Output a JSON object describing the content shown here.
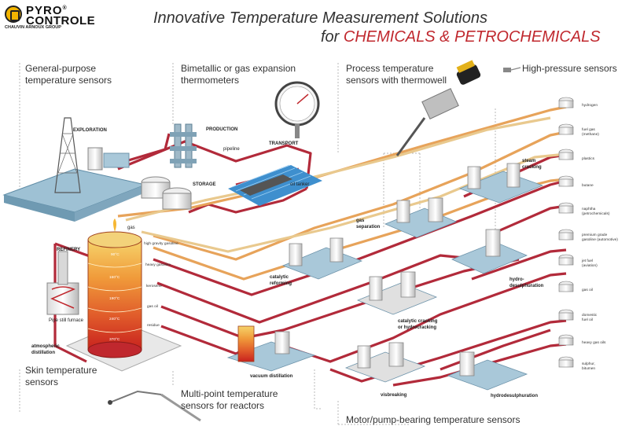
{
  "header": {
    "logo_line1": "PYRO",
    "logo_line2": "CONTROLE",
    "logo_reg": "®",
    "logo_sub": "CHAUVIN ARNOUX GROUP",
    "title_line1": "Innovative Temperature Measurement Solutions",
    "title_line2_prefix": "for ",
    "title_line2_highlight": "CHEMICALS & PETROCHEMICALS"
  },
  "categories": {
    "general": [
      "General-purpose",
      "temperature sensors"
    ],
    "bimetallic": [
      "Bimetallic or gas expansion",
      "thermometers"
    ],
    "process": [
      "Process temperature",
      "sensors with thermowell"
    ],
    "highpressure": [
      "High-pressure sensors"
    ],
    "skin": [
      "Skin temperature",
      "sensors"
    ],
    "multipoint": [
      "Multi-point temperature",
      "sensors for reactors"
    ],
    "motor": [
      "Motor/pump-bearing temperature sensors"
    ]
  },
  "labels": {
    "exploration": "EXPLORATION",
    "production": "PRODUCTION",
    "pipeline": "pipeline",
    "transport": "TRANSPORT",
    "storage": "STORAGE",
    "oil_tanker": "oil tanker",
    "refinery": "REFINERY",
    "gas": "gas",
    "pipe_still_furnace": "Pipe still furnace",
    "atmospheric_distillation": [
      "atmospheric",
      "distillation"
    ],
    "gas_separation": [
      "gas",
      "separation"
    ],
    "steam_cracking": [
      "steam",
      "cracking"
    ],
    "catalytic_reforming": [
      "catalytic",
      "reforming"
    ],
    "hydro_desulphuration": [
      "hydro-",
      "desulphuration"
    ],
    "catalytic_cracking": [
      "catalytic cracking",
      "or hydrocracking"
    ],
    "vacuum_distillation": "vacuum distillation",
    "visbreaking": "visbreaking",
    "hydrodesulphuration": "hydrodesulphuration"
  },
  "column_fractions": [
    "high gravity gasoline",
    "heavy gasoline",
    "kerosene",
    "gas oil",
    "residue"
  ],
  "column_temps": [
    "90°C",
    "160°C",
    "190°C",
    "240°C",
    "370°C"
  ],
  "products": [
    [
      "hydrogen"
    ],
    [
      "fuel gas",
      "(methane)"
    ],
    [
      "plastics"
    ],
    [
      "butane"
    ],
    [
      "naphtha",
      "(petrochemicals)"
    ],
    [
      "premium grade",
      "gasoline (automotive)"
    ],
    [
      "jet fuel",
      "(aviation)"
    ],
    [
      "gas oil"
    ],
    [
      "domestic",
      "fuel oil"
    ],
    [
      "heavy gas oils"
    ],
    [
      "sulphur,",
      "bitumen"
    ]
  ],
  "colors": {
    "pipe_red": "#b22a3a",
    "pipe_orange": "#e7a35a",
    "pipe_yellow": "#e9c98e",
    "highlight_red": "#c0282e",
    "bracket_grey": "#b8b8b8",
    "equipment_blue": "#8fb4c9"
  }
}
